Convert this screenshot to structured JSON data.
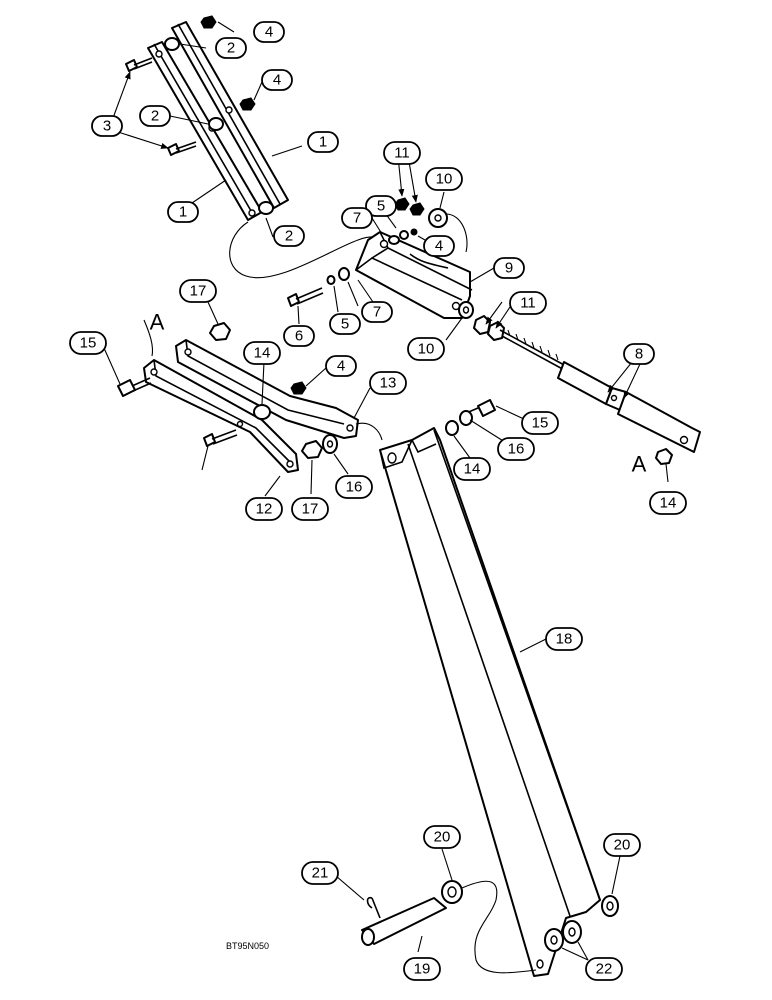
{
  "callouts": [
    "1",
    "1",
    "2",
    "2",
    "2",
    "3",
    "4",
    "4",
    "4",
    "4",
    "5",
    "5",
    "6",
    "7",
    "7",
    "8",
    "9",
    "10",
    "10",
    "11",
    "11",
    "12",
    "13",
    "14",
    "14",
    "14",
    "15",
    "15",
    "16",
    "16",
    "17",
    "17",
    "18",
    "19",
    "20",
    "20",
    "21",
    "22"
  ],
  "reference_letters": [
    "A",
    "A"
  ],
  "drawing_code": "BT95N050"
}
